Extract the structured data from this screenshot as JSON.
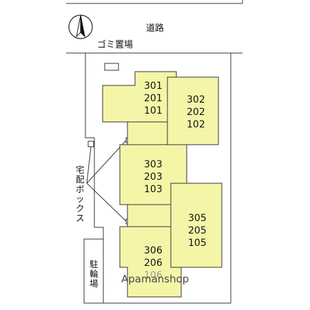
{
  "road_label": "道路",
  "garbage_label": "ゴミ置場",
  "delivery_box_label": [
    "宅",
    "配",
    "ボ",
    "ッ",
    "ク",
    "ス"
  ],
  "bicycle_parking_label": [
    "駐",
    "輪",
    "場"
  ],
  "watermark": "Apamanshop",
  "units": {
    "block_a": [
      "301",
      "201",
      "101"
    ],
    "block_b": [
      "302",
      "202",
      "102"
    ],
    "block_c": [
      "303",
      "203",
      "103"
    ],
    "block_d": [
      "305",
      "205",
      "105"
    ],
    "block_e": [
      "306",
      "206",
      "106"
    ]
  },
  "colors": {
    "building_fill": "#f5f5a8",
    "line": "#333333",
    "parking_fill": "#ffffff"
  },
  "icons": {
    "north_arrow": "north-arrow-icon"
  }
}
